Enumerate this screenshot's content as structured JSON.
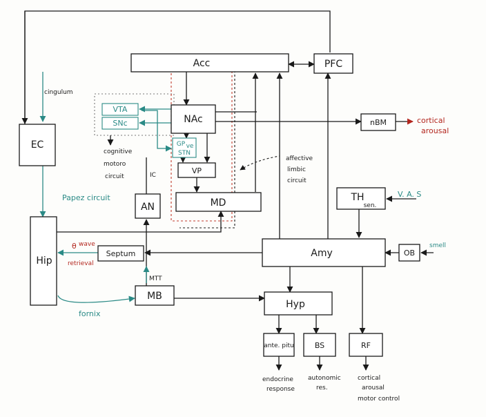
{
  "nodes": {
    "acc": "Acc",
    "pfc": "PFC",
    "nac": "NAc",
    "vta": "VTA",
    "snc": "SNc",
    "ec": "EC",
    "gp": "GP",
    "gp_sub": "ve",
    "stn": "STN",
    "vp": "VP",
    "md": "MD",
    "an": "AN",
    "nbm": "nBM",
    "th": "TH",
    "th_sub": "sen.",
    "amy": "Amy",
    "ob": "OB",
    "hip": "Hip",
    "septum": "Septum",
    "mb": "MB",
    "hyp": "Hyp",
    "ante_pitu": "ante. pitu",
    "bs": "BS",
    "rf": "RF"
  },
  "labels": {
    "cingulum": "cingulum",
    "cognitive": "cognitive",
    "motoro": "motoro",
    "circuit1": "circuit",
    "ic": "IC",
    "affective": "affective",
    "limbic": "limbic",
    "circuit2": "circuit",
    "papez": "Papez circuit",
    "theta": "θ",
    "wave": "wave",
    "retrieval": "retrieval",
    "mtt": "MTT",
    "fornix": "fornix",
    "cortical_arousal1": "cortical",
    "cortical_arousal2": "arousal",
    "vas": "V. A. S",
    "smell": "smell",
    "endocrine": "endocrine",
    "response": "response",
    "autonomic": "autonomic",
    "res": "res.",
    "cortical_b": "cortical",
    "arousal_b": "arousal",
    "motor_control": "motor control"
  }
}
